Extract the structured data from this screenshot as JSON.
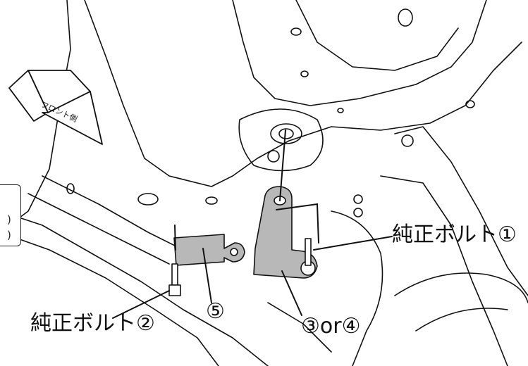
{
  "labels": {
    "bolt1": "純正ボルト①",
    "bolt2": "純正ボルト②",
    "part5": "⑤",
    "part34": "③or④",
    "front_side": "フロント側"
  },
  "side_box": {
    "line1": ")",
    "line2": ")"
  },
  "colors": {
    "line": "#111111",
    "bracket_fill": "#b8b8b8",
    "background": "#ffffff"
  },
  "icons": {
    "direction": "front-direction-arrow-icon"
  }
}
